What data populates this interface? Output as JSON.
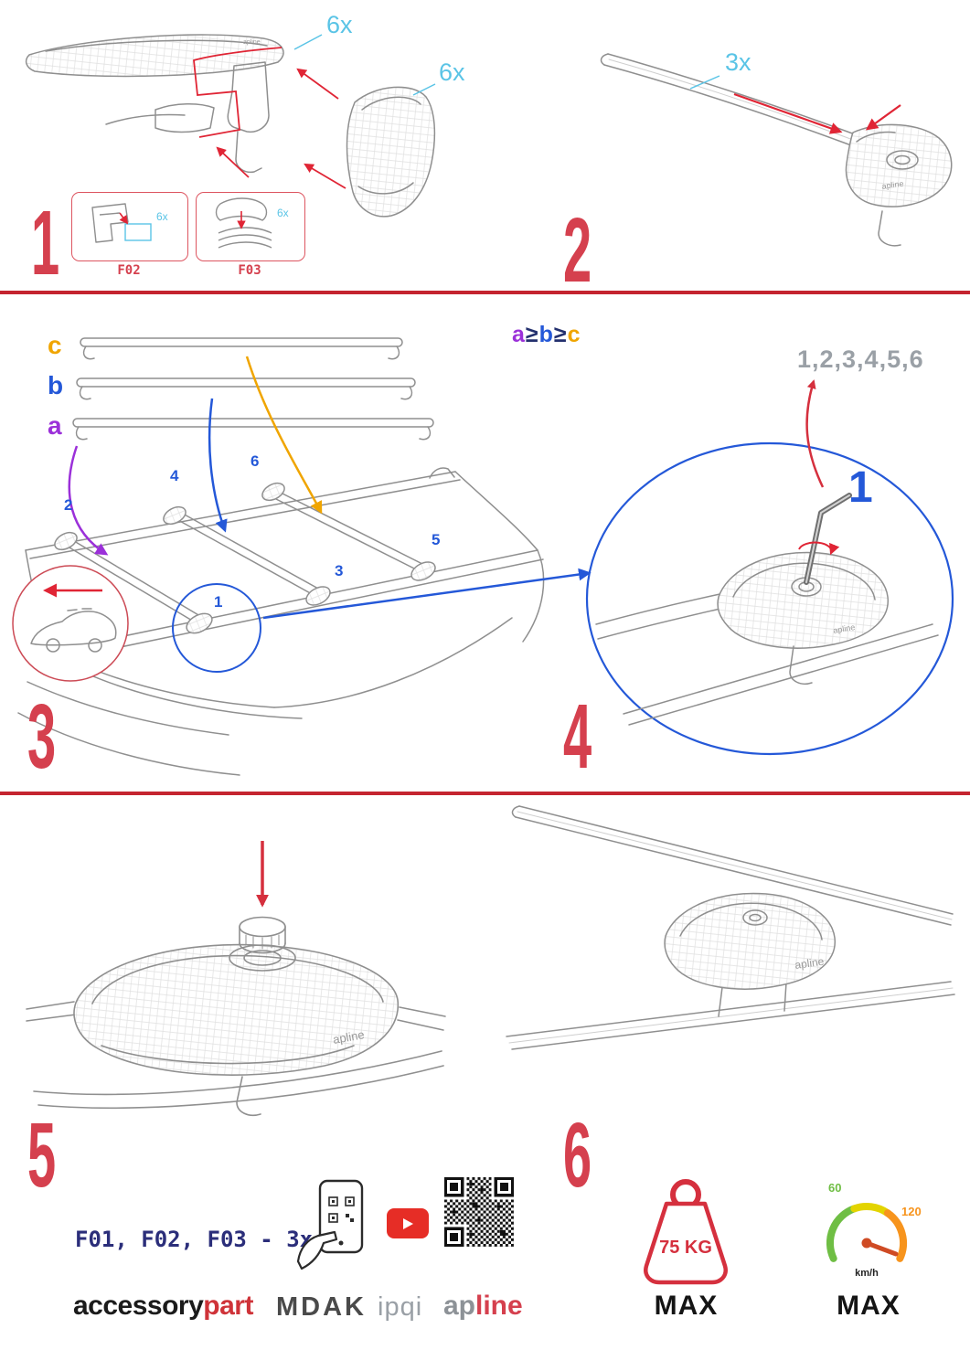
{
  "colors": {
    "red": "#d5303e",
    "cyan": "#5ac4e6",
    "blue": "#2458d8",
    "purple": "#9b30d9",
    "orange": "#f0a500",
    "navy": "#2b2e7a",
    "gray": "#9aa0a6"
  },
  "brand": {
    "on_part": "apline"
  },
  "step1": {
    "number": "1",
    "qty_top": "6x",
    "qty_side": "6x",
    "box1": {
      "qty": "6x",
      "label": "F02"
    },
    "box2": {
      "qty": "6x",
      "label": "F03"
    }
  },
  "step2": {
    "number": "2",
    "qty": "3x"
  },
  "step3": {
    "number": "3",
    "bar_c": "c",
    "bar_b": "b",
    "bar_a": "a",
    "rule": {
      "a": "a",
      "ge1": "≥",
      "b": "b",
      "ge2": "≥",
      "c": "c"
    },
    "pos1": "1",
    "pos2": "2",
    "pos3": "3",
    "pos4": "4",
    "pos5": "5",
    "pos6": "6"
  },
  "step4": {
    "number": "4",
    "sequence": "1,2,3,4,5,6",
    "first": "1"
  },
  "step5": {
    "number": "5"
  },
  "step6": {
    "number": "6"
  },
  "footer": {
    "parts": "F01, F02, F03 - 3x",
    "brand1_a": "accessory",
    "brand1_b": "part",
    "brand2": "MDAK",
    "brand3": "ipqi",
    "brand4_a": "ap",
    "brand4_b": "line",
    "weight_value": "75 KG",
    "weight_max": "MAX",
    "speed_low": "60",
    "speed_high": "120",
    "speed_unit": "km/h",
    "speed_max": "MAX"
  }
}
